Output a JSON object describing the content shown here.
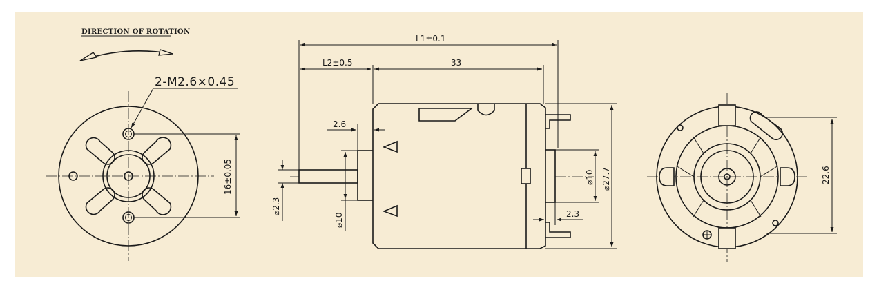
{
  "drawing": {
    "background": "#f7ecd4",
    "ink": "#1a1a1a"
  },
  "front_view": {
    "rotation_label": "DIRECTION OF ROTATION",
    "thread_callout": "2-M2.6×0.45",
    "hole_spacing": "16±0.05"
  },
  "side_view": {
    "overall_length": "L1±0.1",
    "shaft_length": "L2±0.5",
    "body_length": "33",
    "boss_length": "2.6",
    "shaft_diameter": "⌀2.3",
    "boss_diameter": "⌀10",
    "rear_bearing_diameter": "⌀10",
    "body_diameter": "⌀27.7",
    "rear_boss_length": "2.3"
  },
  "rear_view": {
    "mount_spacing": "22.6"
  }
}
